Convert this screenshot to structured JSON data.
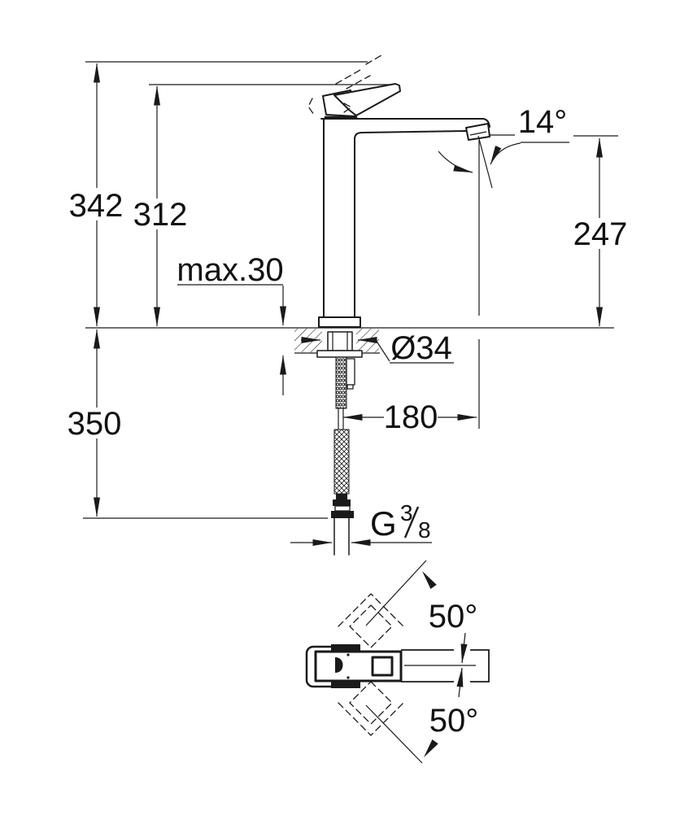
{
  "drawing": {
    "background": "#ffffff",
    "line_color": "#1a1a1a",
    "front_view": {
      "overall_height": "342",
      "spout_tip_height": "312",
      "max_mounting_thickness": "max.30",
      "below_deck_length": "350",
      "outlet_height": "247",
      "outlet_angle": "14°",
      "hole_diameter": "Ø34",
      "spout_reach": "180",
      "thread": {
        "letter": "G",
        "numerator": "3",
        "denominator": "8"
      }
    },
    "plan_view": {
      "swivel_upper": "50°",
      "swivel_lower": "50°"
    }
  }
}
